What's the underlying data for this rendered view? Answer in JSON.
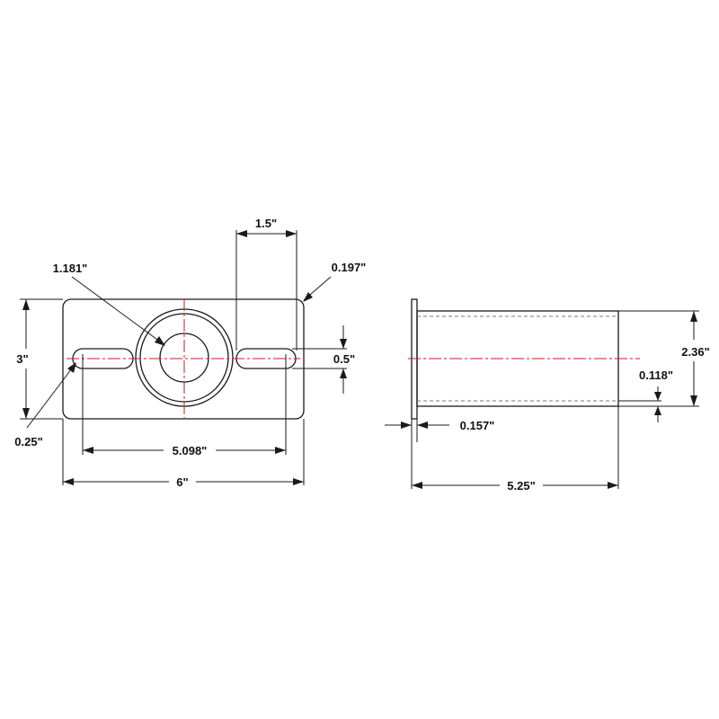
{
  "drawing": {
    "front_view": {
      "dim_length": "6\"",
      "dim_height": "3\"",
      "dim_slot_span": "5.098\"",
      "dim_slot_width": "0.5\"",
      "dim_slot_length": "1.5\"",
      "dim_corner": "0.197\"",
      "dim_bore": "1.181\"",
      "dim_slot_radius": "0.25\""
    },
    "side_view": {
      "dim_length": "5.25\"",
      "dim_diameter": "2.36\"",
      "dim_wall": "0.118\"",
      "dim_flange": "0.157\""
    },
    "colors": {
      "line": "#1a1a1a",
      "centerline": "#d01818",
      "hidden_line": "#777777"
    }
  }
}
